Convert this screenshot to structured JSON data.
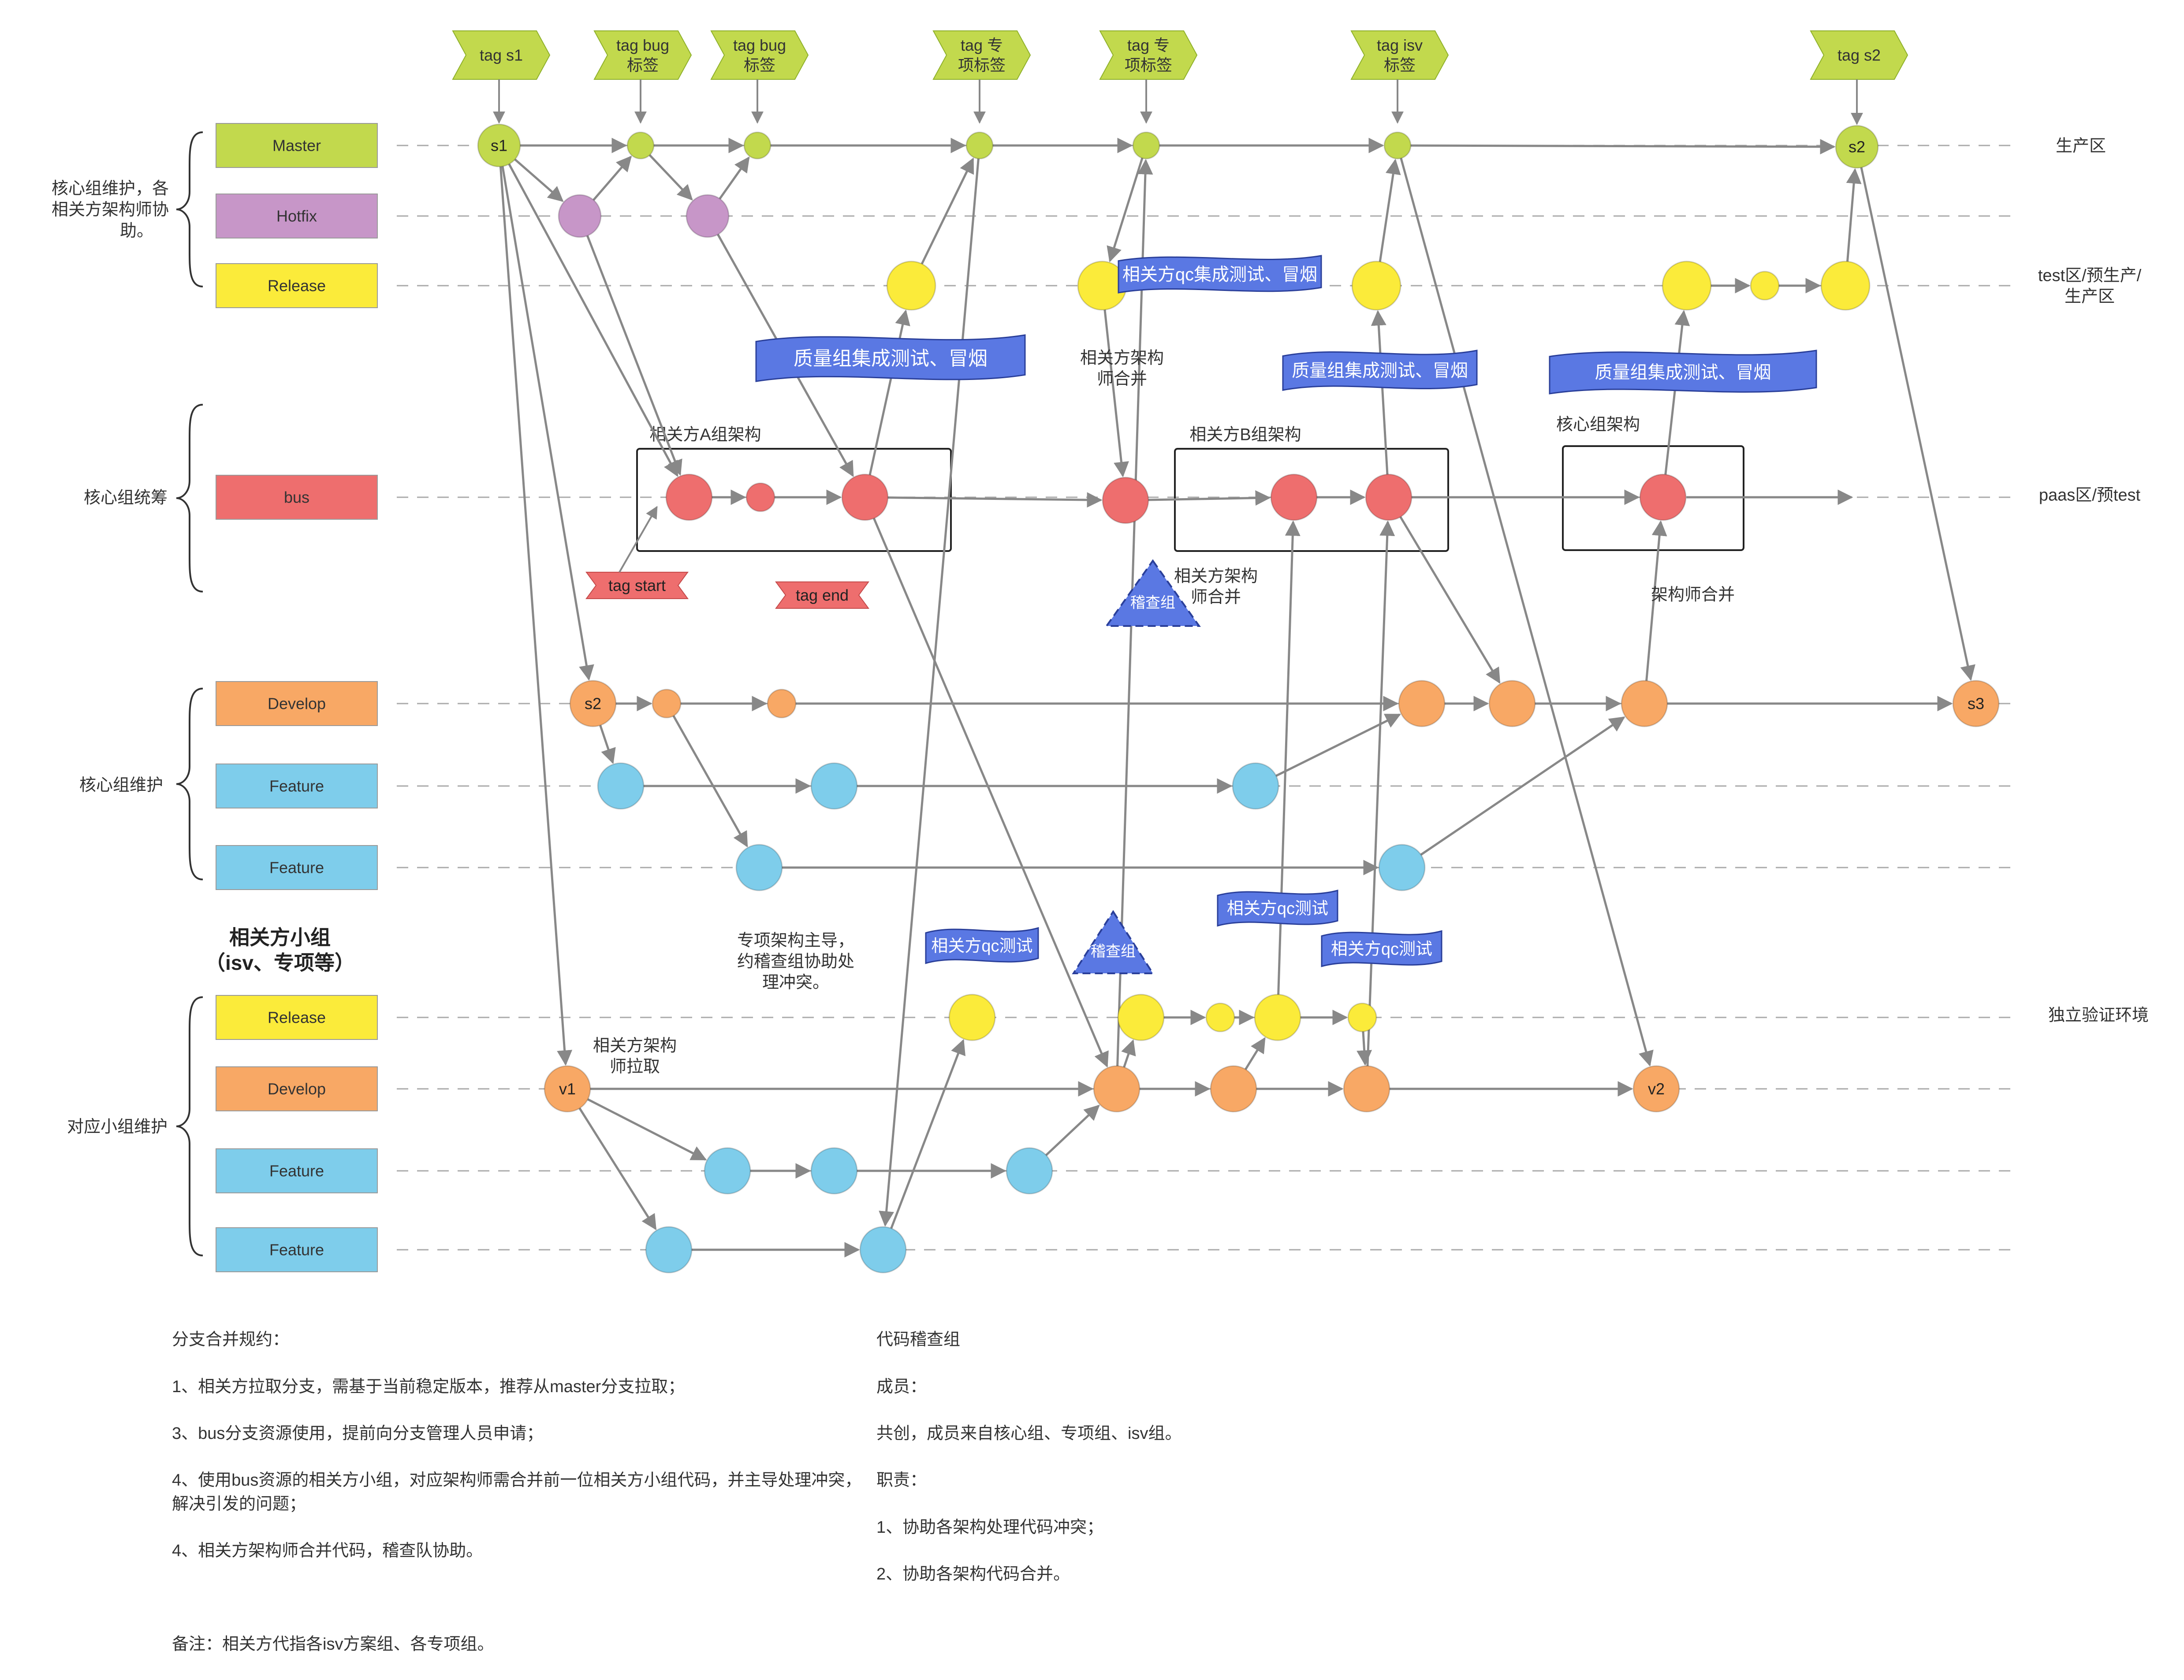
{
  "colors": {
    "green": "#c2d94d",
    "green_stroke": "#8eb02a",
    "purple": "#c796c8",
    "yellow": "#fbeb3a",
    "red": "#ee6e6e",
    "orange": "#f8a865",
    "blue": "#7ecdeb",
    "flag_blue": "#5a78e3",
    "flag_red": "#ee6e6e",
    "line": "#888888",
    "dash": "#aaaaaa"
  },
  "groups": [
    {
      "text": "核心组维护，各\n相关方架构师协\n助。"
    },
    {
      "text": "核心组统筹"
    },
    {
      "text": "核心组维护"
    },
    {
      "text": "对应小组维护"
    }
  ],
  "subgroup_title": "相关方小组\n（isv、专项等）",
  "lanes": [
    {
      "label": "Master"
    },
    {
      "label": "Hotfix"
    },
    {
      "label": "Release"
    },
    {
      "label": "bus"
    },
    {
      "label": "Develop"
    },
    {
      "label": "Feature"
    },
    {
      "label": "Feature"
    },
    {
      "label": "Release"
    },
    {
      "label": "Develop"
    },
    {
      "label": "Feature"
    },
    {
      "label": "Feature"
    }
  ],
  "environments": [
    {
      "text": "生产区"
    },
    {
      "text": "test区/预生产/\n生产区"
    },
    {
      "text": "paas区/预test"
    },
    {
      "text": "独立验证环境"
    }
  ],
  "tags": [
    {
      "text": "tag s1"
    },
    {
      "text": "tag bug\n标签"
    },
    {
      "text": "tag bug\n标签"
    },
    {
      "text": "tag 专\n项标签"
    },
    {
      "text": "tag 专\n项标签"
    },
    {
      "text": "tag isv\n标签"
    },
    {
      "text": "tag s2"
    }
  ],
  "node_labels": {
    "s1": "s1",
    "s2_master": "s2",
    "s2_dev": "s2",
    "s3": "s3",
    "v1": "v1",
    "v2": "v2"
  },
  "banners": [
    {
      "text": "质量组集成测试、冒烟"
    },
    {
      "text": "质量组集成测试、冒烟"
    },
    {
      "text": "质量组集成测试、冒烟"
    },
    {
      "text": "相关方qc集成测试、冒烟"
    },
    {
      "text": "相关方qc测试"
    },
    {
      "text": "相关方qc测试"
    },
    {
      "text": "相关方qc测试"
    }
  ],
  "red_flags": [
    {
      "text": "tag start"
    },
    {
      "text": "tag end"
    }
  ],
  "triangles": [
    {
      "text": "稽查组"
    },
    {
      "text": "稽查组"
    }
  ],
  "box_labels": [
    {
      "text": "相关方A组架构"
    },
    {
      "text": "相关方B组架构"
    },
    {
      "text": "核心组架构"
    }
  ],
  "annotations": [
    {
      "text": "相关方架构\n师合并"
    },
    {
      "text": "相关方架构\n师合并"
    },
    {
      "text": "架构师合并"
    },
    {
      "text": "专项架构主导，\n约稽查组协助处\n理冲突。"
    },
    {
      "text": "相关方架构\n师拉取"
    }
  ],
  "notes_left": {
    "title": "分支合并规约：",
    "lines": [
      "1、相关方拉取分支，需基于当前稳定版本，推荐从master分支拉取；",
      "3、bus分支资源使用，提前向分支管理人员申请；",
      "4、使用bus资源的相关方小组，对应架构师需合并前一位相关方小组代码，并主导处理冲突，解决引发的问题；",
      "4、相关方架构师合并代码，稽查队协助。",
      "",
      "备注：相关方代指各isv方案组、各专项组。"
    ]
  },
  "notes_right": {
    "title": "代码稽查组",
    "lines": [
      "成员：",
      "共创，成员来自核心组、专项组、isv组。",
      "职责：",
      "1、协助各架构处理代码冲突；",
      "2、协助各架构代码合并。"
    ]
  }
}
